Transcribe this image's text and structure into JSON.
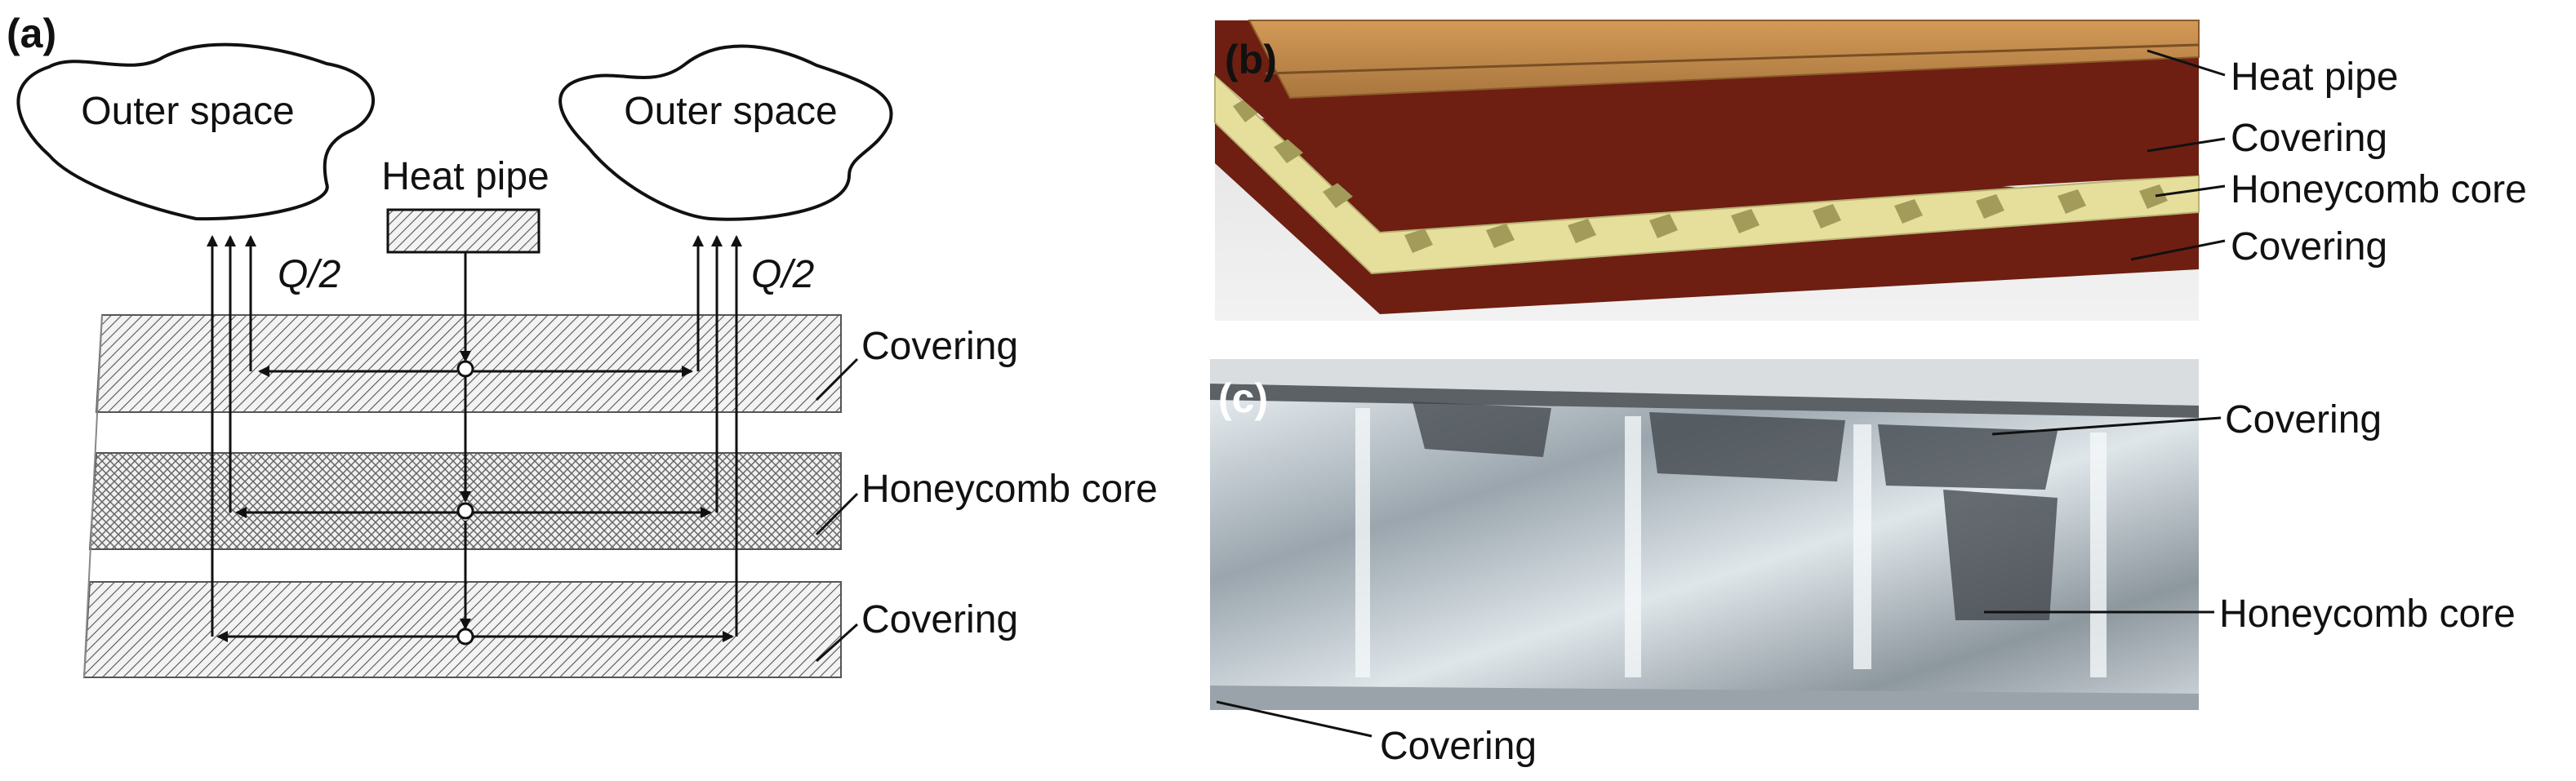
{
  "panel_a": {
    "tag": "(a)",
    "outer_space_left": "Outer space",
    "outer_space_right": "Outer space",
    "heat_pipe": "Heat pipe",
    "q_left": "Q/2",
    "q_right": "Q/2",
    "layers": [
      "Covering",
      "Honeycomb core",
      "Covering"
    ]
  },
  "panel_b": {
    "tag": "(b)",
    "labels": [
      "Heat pipe",
      "Covering",
      "Honeycomb core",
      "Covering"
    ],
    "colors": {
      "covering": "#6e1f12",
      "core": "#e6df9c",
      "pipe": "#c08a4a"
    }
  },
  "panel_c": {
    "tag": "(c)",
    "labels": [
      "Covering",
      "Honeycomb core",
      "Covering"
    ]
  }
}
